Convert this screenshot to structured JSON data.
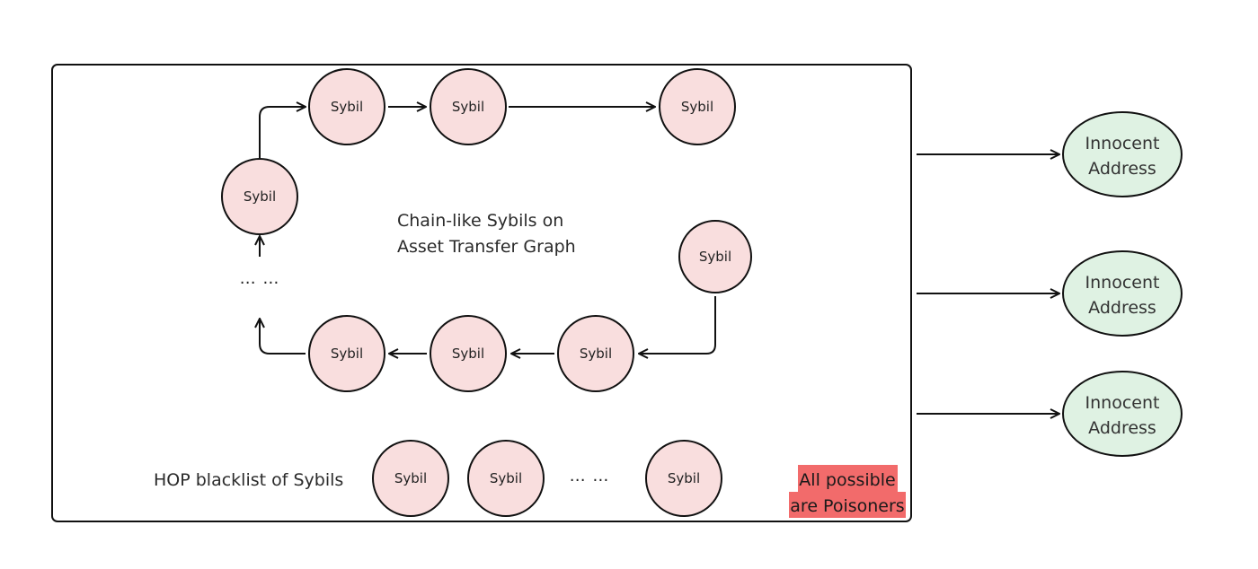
{
  "diagram": {
    "chain_caption_line1": "Chain-like Sybils on",
    "chain_caption_line2": "Asset Transfer Graph",
    "blacklist_caption": "HOP blacklist of Sybils",
    "poisoner_line1": "All possible",
    "poisoner_line2": "are Poisoners",
    "sybil_label": "Sybil",
    "ellipsis": "… …",
    "innocent_line1": "Innocent",
    "innocent_line2": "Address",
    "colors": {
      "sybil_fill": "#f9dede",
      "innocent_fill": "#dff2e3",
      "poisoner_highlight": "#f26b6b",
      "stroke": "#111111"
    }
  }
}
